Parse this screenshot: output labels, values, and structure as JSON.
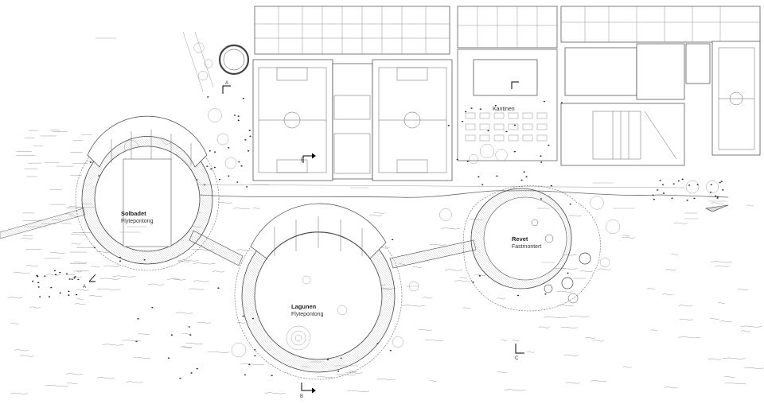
{
  "pools": [
    {
      "name": "Solbadet",
      "sub": "Flytepontong"
    },
    {
      "name": "Lagunen",
      "sub": "Flytepontong"
    },
    {
      "name": "Revet",
      "sub": "Fastmontert"
    }
  ],
  "rooms": {
    "kantine": "Kantinen"
  },
  "section_marks": [
    "A",
    "B",
    "C"
  ]
}
